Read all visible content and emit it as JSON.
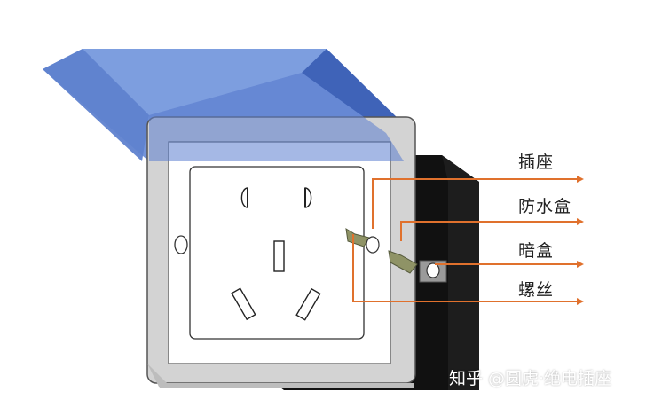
{
  "labels": {
    "socket": "插座",
    "waterproof_box": "防水盒",
    "concealed_box": "暗盒",
    "screw": "螺丝"
  },
  "watermark": "知乎 @圆虎·绝电插座",
  "colors": {
    "cover_blue": "#5b7ecf",
    "cover_blue_dark": "#3f63b8",
    "frame_gray": "#d4d4d4",
    "box_black": "#121212",
    "leader_orange": "#e0712d",
    "screw_olive": "#8f9366"
  }
}
